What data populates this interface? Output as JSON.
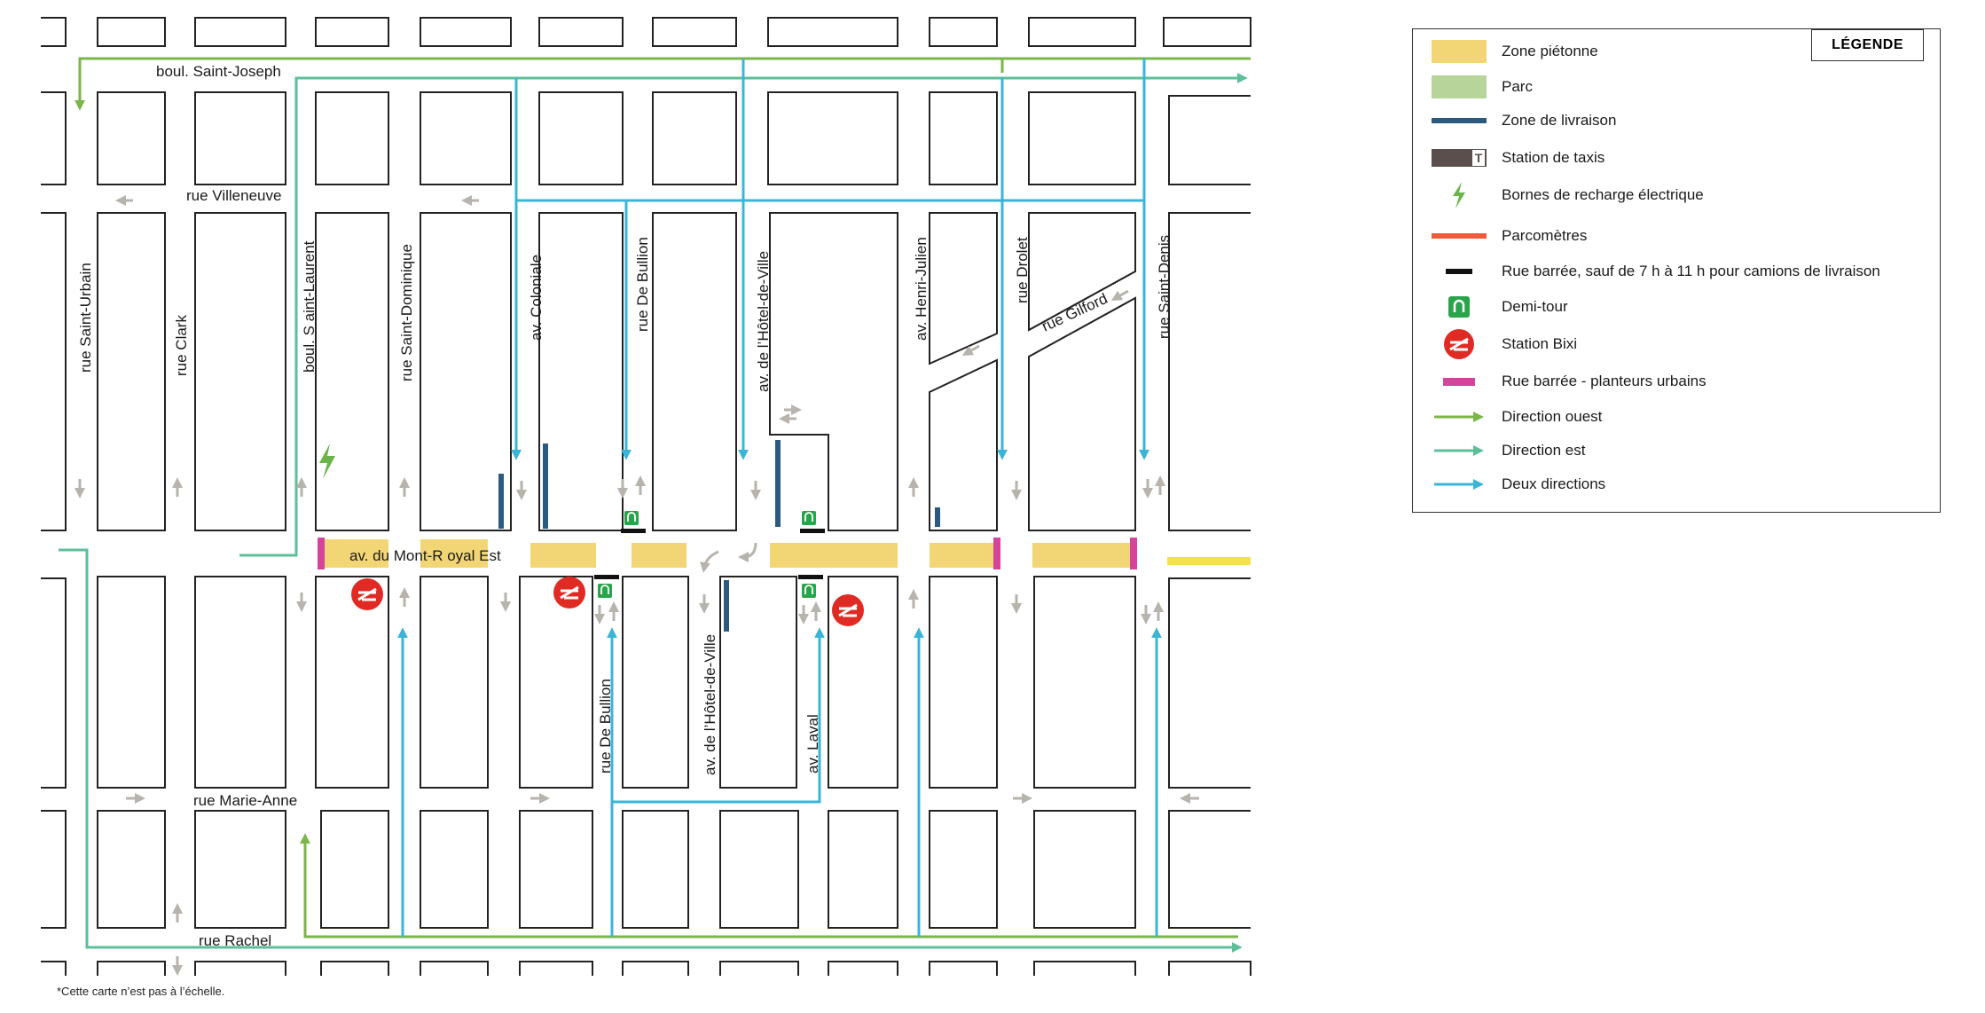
{
  "streets": {
    "saint_joseph": "boul. Saint-Joseph",
    "villeneuve": "rue Villeneuve",
    "marie_anne": "rue Marie-Anne",
    "rachel": "rue Rachel",
    "mont_royal": "av. du Mont-R oyal Est",
    "saint_urbain": "rue Saint-Urbain",
    "clark": "rue Clark",
    "saint_laurent": "boul. S aint-Laurent",
    "saint_dominique": "rue Saint-Dominique",
    "coloniale": "av. Coloniale",
    "de_bullion_north": "rue De Bullion",
    "hotel_de_ville_north": "av. de l’Hôtel-de-Ville",
    "henri_julien": "av. Henri-Julien",
    "drolet": "rue Drolet",
    "gilford": "rue Gilford",
    "saint_denis": "rue Saint-Denis",
    "de_bullion_south": "rue De Bullion",
    "hotel_de_ville_south": "av. de l’Hôtel-de-Ville",
    "laval": "av. Laval"
  },
  "footnote": "*Cette carte n’est pas à l’échelle.",
  "legend": {
    "title": "LÉGENDE",
    "items": [
      {
        "label": "Zone piétonne",
        "icon": "pedestrian-zone-swatch",
        "color": "#f2d675"
      },
      {
        "label": "Parc",
        "icon": "park-swatch",
        "color": "#b7d49a"
      },
      {
        "label": "Zone de livraison",
        "icon": "delivery-zone-line",
        "color": "#2b5a80"
      },
      {
        "label": "Station de taxis",
        "icon": "taxi-station-icon",
        "color": "#5a4f4c"
      },
      {
        "label": "Bornes de recharge électrique",
        "icon": "ev-charging-icon",
        "color": "#6ab44a"
      },
      {
        "label": "Parcomètres",
        "icon": "parking-meter-line",
        "color": "#ef5a3a"
      },
      {
        "label": "Rue barrée, sauf de 7 h à 11 h pour camions de livraison",
        "icon": "closed-street-line",
        "color": "#111111"
      },
      {
        "label": "Demi-tour",
        "icon": "u-turn-icon",
        "color": "#2aa44a"
      },
      {
        "label": "Station Bixi",
        "icon": "bixi-station-icon",
        "color": "#e02b24"
      },
      {
        "label": "Rue barrée - planteurs urbains",
        "icon": "planters-closure-line",
        "color": "#d4449a"
      },
      {
        "label": "Direction ouest",
        "icon": "west-arrow-icon",
        "color": "#7ab648"
      },
      {
        "label": "Direction est",
        "icon": "east-arrow-icon",
        "color": "#5dbf9a"
      },
      {
        "label": "Deux directions",
        "icon": "two-way-arrow-icon",
        "color": "#3bb4d8"
      }
    ]
  },
  "colors": {
    "block_stroke": "#222222",
    "pedestrian": "#f2d675",
    "west": "#7ab648",
    "east": "#5dbf9a",
    "both": "#3bb4d8",
    "gray_arrow": "#b7b3ad",
    "delivery": "#2b5a80",
    "planter": "#d4449a",
    "bixi": "#e02b24",
    "uturn": "#2aa44a",
    "ev": "#6ab44a",
    "yellow_line": "#f5e14a"
  }
}
